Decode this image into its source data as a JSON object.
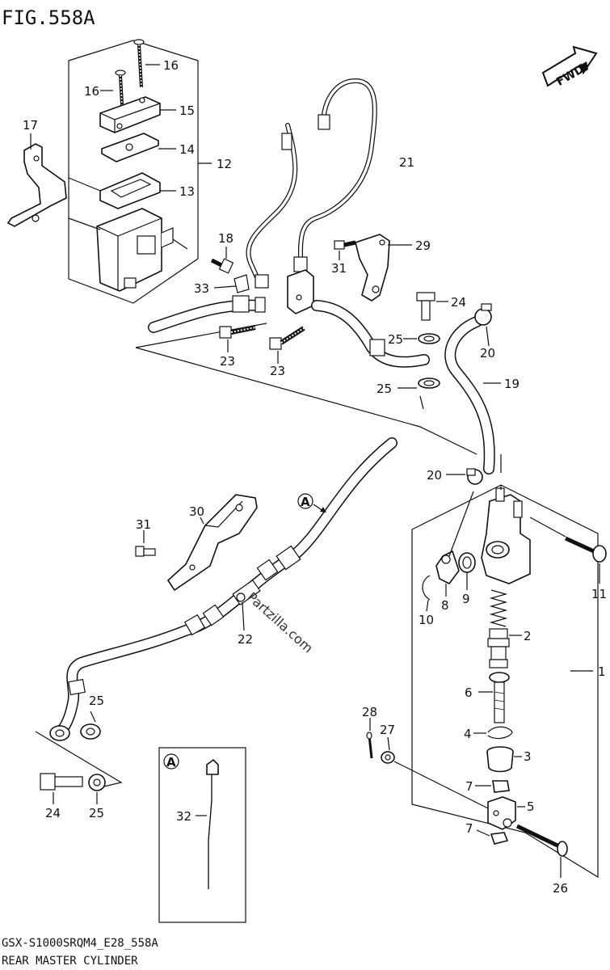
{
  "figure_title": "FIG.558A",
  "fwd_label": "FWD",
  "watermark": "Partzilla.com",
  "inset_label": "A",
  "callout_label": "A",
  "footer": {
    "line1": "GSX-S1000SRQM4_E28_558A",
    "line2": "REAR MASTER CYLINDER"
  },
  "labels": {
    "l1": "1",
    "l2": "2",
    "l3": "3",
    "l4": "4",
    "l5": "5",
    "l6": "6",
    "l7a": "7",
    "l7b": "7",
    "l8": "8",
    "l9": "9",
    "l10": "10",
    "l11": "11",
    "l12": "12",
    "l13": "13",
    "l14": "14",
    "l15": "15",
    "l16a": "16",
    "l16b": "16",
    "l17": "17",
    "l18": "18",
    "l19": "19",
    "l20a": "20",
    "l20b": "20",
    "l21": "21",
    "l22": "22",
    "l23a": "23",
    "l23b": "23",
    "l24a": "24",
    "l24b": "24",
    "l25a": "25",
    "l25b": "25",
    "l25c": "25",
    "l25d": "25",
    "l26": "26",
    "l27": "27",
    "l28": "28",
    "l29": "29",
    "l30": "30",
    "l31a": "31",
    "l31b": "31",
    "l32": "32",
    "l33": "33"
  }
}
